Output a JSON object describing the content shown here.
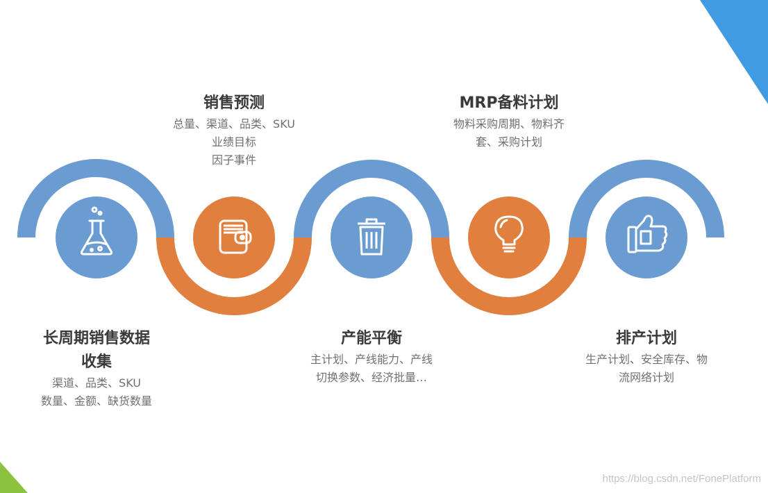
{
  "colors": {
    "blue": "#6a9bd1",
    "orange": "#e07f3e",
    "corner_blue": "#409be3",
    "corner_green": "#8cc33e"
  },
  "steps": [
    {
      "icon": "flask-icon",
      "color": "blue",
      "title_lines": [
        "长周期销售数据",
        "收集"
      ],
      "desc_lines": [
        "渠道、品类、SKU",
        "数量、金额、缺货数量"
      ]
    },
    {
      "icon": "wallet-icon",
      "color": "orange",
      "title_lines": [
        "销售预测"
      ],
      "desc_lines": [
        "总量、渠道、品类、SKU",
        "业绩目标",
        "因子事件"
      ]
    },
    {
      "icon": "trash-bin-icon",
      "color": "blue",
      "title_lines": [
        "产能平衡"
      ],
      "desc_lines": [
        "主计划、产线能力、产线",
        "切换参数、经济批量…"
      ]
    },
    {
      "icon": "lightbulb-icon",
      "color": "orange",
      "title_lines": [
        "MRP备料计划"
      ],
      "desc_lines": [
        "物料采购周期、物料齐",
        "套、采购计划"
      ]
    },
    {
      "icon": "thumbs-up-icon",
      "color": "blue",
      "title_lines": [
        "排产计划"
      ],
      "desc_lines": [
        "生产计划、安全库存、物",
        "流网络计划"
      ]
    }
  ],
  "watermark": "https://blog.csdn.net/FonePlatform"
}
